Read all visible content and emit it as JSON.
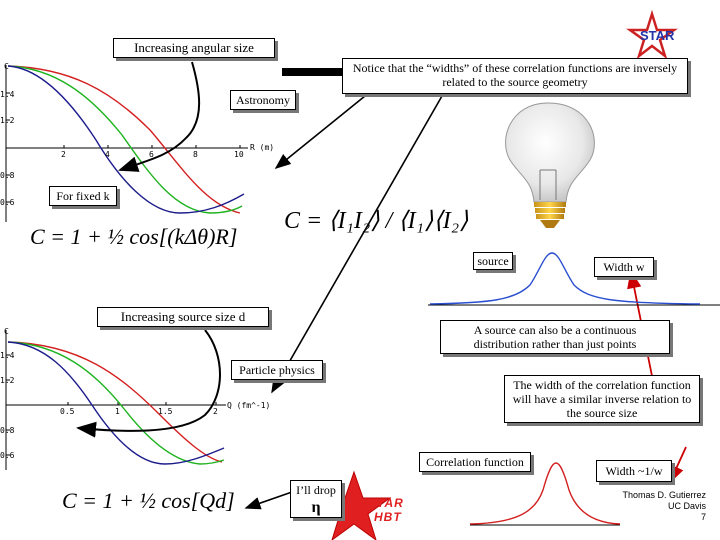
{
  "labels": {
    "increasing_angular": "Increasing angular size",
    "notice": "Notice that the “widths” of these correlation functions are inversely related to the source geometry",
    "astronomy": "Astronomy",
    "for_fixed_k": "For fixed k",
    "source": "source",
    "width_w": "Width w",
    "increasing_source": "Increasing source size d",
    "continuous": "A source can also be a continuous distribution rather than just points",
    "particle_physics": "Particle physics",
    "width_inverse": "The width of the correlation function will have a similar inverse relation to the source size",
    "correlation_function": "Correlation function",
    "width_inv_w": "Width ~1/w",
    "ill_drop": "I’ll drop",
    "eta": "η",
    "footer": [
      "Thomas D. Gutierrez",
      "UC Davis",
      "7"
    ]
  },
  "logo": {
    "text": "STAR",
    "hbt": "HBT"
  },
  "formulas": {
    "top": "C = 1 + ½ cos[(kΔθ)R]",
    "center": "C = ⟨I₁I₂⟩ / ⟨I₁⟩⟨I₂⟩",
    "bottom": "C = 1 + ½ cos[Qd]"
  },
  "plot_top": {
    "y_axis": "C",
    "x_axis": "R (m)",
    "y_ticks": [
      "1.4",
      "1.2",
      "0.8",
      "0.6"
    ],
    "x_ticks": [
      "2",
      "4",
      "6",
      "8",
      "10"
    ]
  },
  "plot_bottom": {
    "y_axis": "C",
    "x_axis": "Q (fm^-1)",
    "y_ticks": [
      "1.4",
      "1.2",
      "0.8",
      "0.6"
    ],
    "x_ticks": [
      "0.5",
      "1",
      "1.5",
      "2"
    ]
  },
  "colors": {
    "red": "#d42020",
    "green": "#1fb31f",
    "blue": "#1c1c8c",
    "logo_red": "#cc2222",
    "logo_blue": "#2233aa"
  }
}
